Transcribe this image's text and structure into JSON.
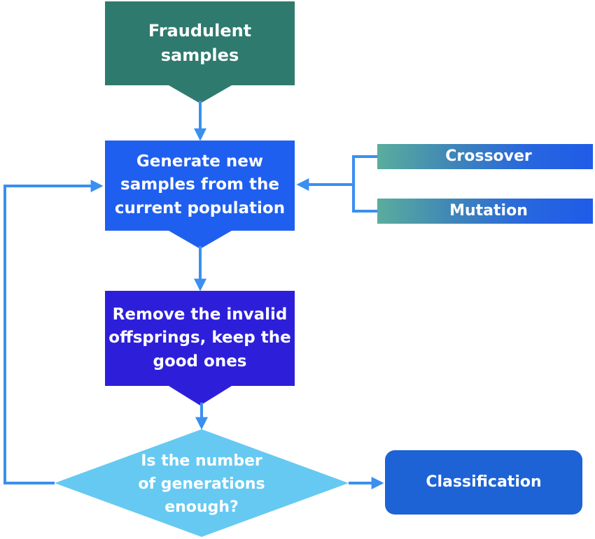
{
  "nodes": {
    "fraudulent": {
      "lines": [
        "Fraudulent",
        "samples"
      ]
    },
    "generate": {
      "lines": [
        "Generate new",
        "samples from the",
        "current population"
      ]
    },
    "remove": {
      "lines": [
        "Remove the invalid",
        "offsprings, keep the",
        "good ones"
      ]
    },
    "decision": {
      "lines": [
        "Is the number",
        "of generations",
        "enough?"
      ]
    },
    "crossover": {
      "label": "Crossover"
    },
    "mutation": {
      "label": "Mutation"
    },
    "classification": {
      "label": "Classification"
    }
  },
  "colors": {
    "fraudulent": "#2f7a6e",
    "generate": "#1f5fef",
    "remove": "#2d1fd9",
    "decision": "#66c9f2",
    "operator_fill": "#1f5ce8",
    "operator_left": "#4fa69a",
    "classification": "#1d63d6",
    "arrow": "#3a8ff0"
  }
}
